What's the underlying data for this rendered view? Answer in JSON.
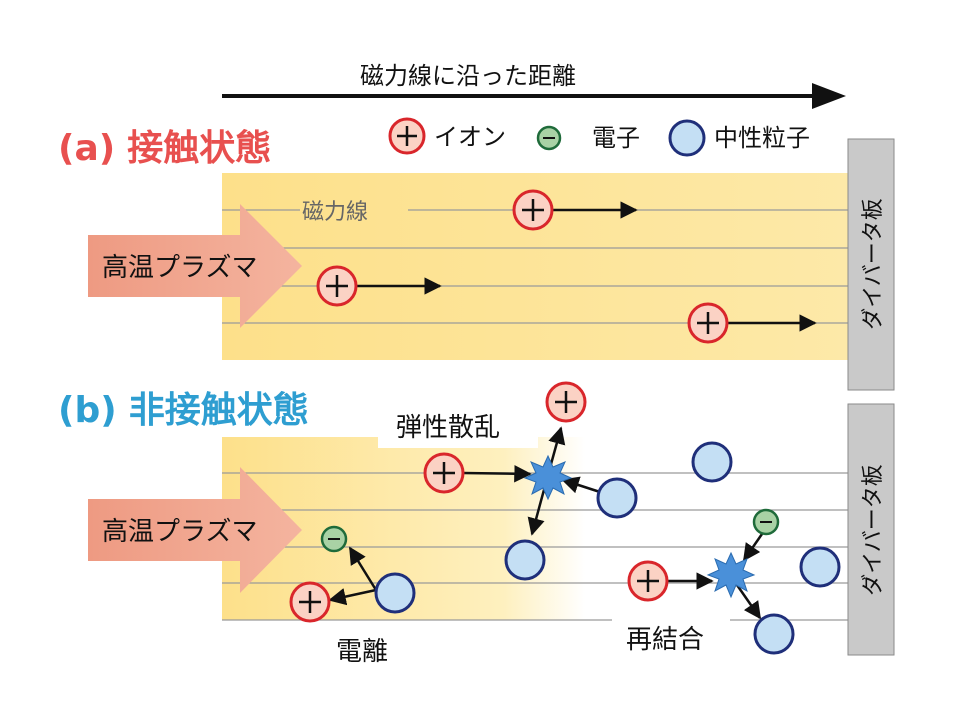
{
  "top_arrow_label": "磁力線に沿った距離",
  "panel_a": {
    "label_prefix": "(a)",
    "label_title": "接触状態",
    "field_line_label": "磁力線",
    "plasma_label": "高温プラズマ",
    "divertor_label": "ダイバータ板"
  },
  "panel_b": {
    "label_prefix": "(b)",
    "label_title": "非接触状態",
    "plasma_label": "高温プラズマ",
    "divertor_label": "ダイバータ板",
    "process_elastic": "弾性散乱",
    "process_ionization": "電離",
    "process_recombination": "再結合"
  },
  "legend": {
    "ion": "イオン",
    "electron": "電子",
    "neutral": "中性粒子"
  },
  "colors": {
    "title_a": "#e8504f",
    "title_b": "#2e9ed1",
    "ion_fill": "#fbd2c4",
    "ion_stroke": "#d9262b",
    "electron_fill": "#a9d2a5",
    "electron_stroke": "#1f6b3a",
    "neutral_fill": "#c4dff4",
    "neutral_stroke": "#1f2f7a",
    "plasma_band": "#fde9a8",
    "plasma_arrow": "#f1a78f",
    "divertor_plate": "#c9c9c9"
  }
}
